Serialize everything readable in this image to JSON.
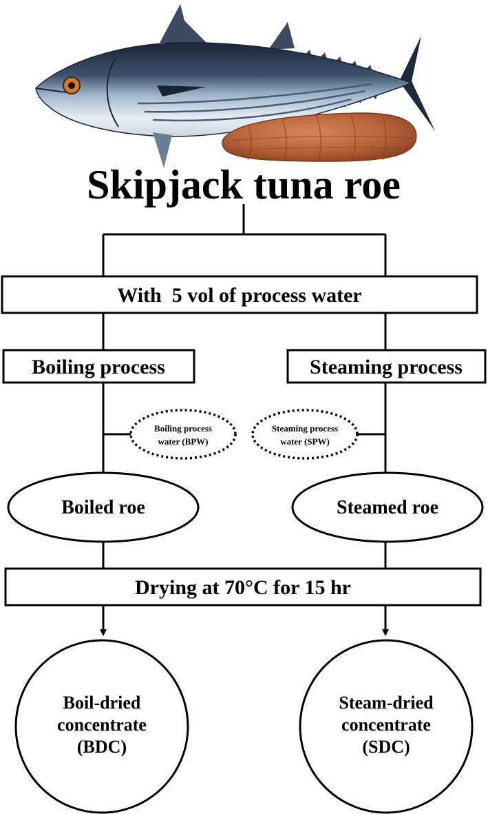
{
  "title": "Skipjack tuna roe",
  "illustration": {
    "fish": "skipjack-tuna-illustration",
    "roe": "tuna-roe-illustration",
    "colors": {
      "fish_back": "#1b2435",
      "fish_belly": "#e9eef3",
      "fish_stripe": "#4a5d78",
      "roe": "#b9653b",
      "eye": "#d9772a"
    }
  },
  "steps": {
    "water": "With  5 vol of process water",
    "boiling": "Boiling process",
    "steaming": "Steaming process",
    "bpw": {
      "line1": "Boiling process",
      "line2": "water (BPW)"
    },
    "spw": {
      "line1": "Steaming process",
      "line2": "water (SPW)"
    },
    "boiled_roe": "Boiled roe",
    "steamed_roe": "Steamed roe",
    "drying": "Drying at 70°C for 15 hr",
    "bdc": {
      "line1": "Boil-dried",
      "line2": "concentrate",
      "line3": "(BDC)"
    },
    "sdc": {
      "line1": "Steam-dried",
      "line2": "concentrate",
      "line3": "(SDC)"
    }
  }
}
